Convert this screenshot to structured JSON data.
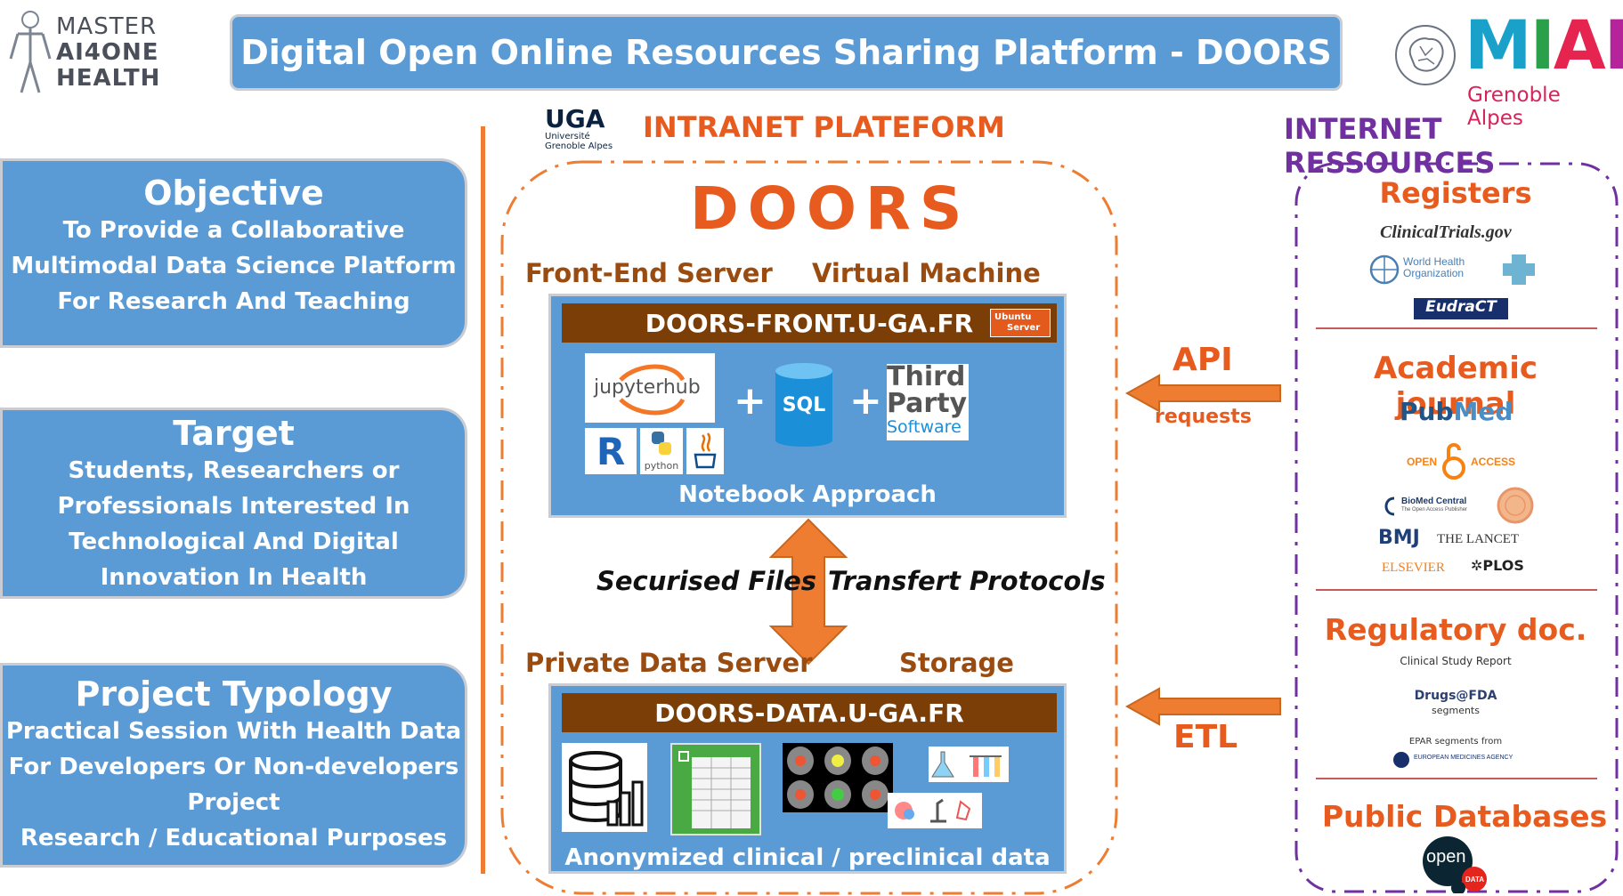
{
  "logos": {
    "master": [
      "MASTER",
      "AI4ONE",
      "HEALTH"
    ],
    "miai_word": "MIAI",
    "miai_city": "Grenoble Alpes",
    "uga": "UGA",
    "uga_sub1": "Université",
    "uga_sub2": "Grenoble Alpes"
  },
  "title": "Digital Open Online Resources Sharing Platform - DOORS",
  "left_cards": [
    {
      "heading": "Objective",
      "lines": [
        "To Provide a Collaborative",
        "Multimodal Data Science Platform",
        "For Research And Teaching"
      ]
    },
    {
      "heading": "Target",
      "lines": [
        "Students, Researchers or",
        "Professionals Interested In",
        "Technological And Digital",
        "Innovation In Health"
      ]
    },
    {
      "heading": "Project Typology",
      "lines": [
        "Practical Session With Health Data",
        "For Developers Or Non-developers",
        "Project",
        "Research / Educational Purposes"
      ]
    }
  ],
  "intranet": {
    "heading": "INTRANET PLATEFORM",
    "doors": "DOORS",
    "front_label": "Front-End Server",
    "vm_label": "Virtual Machine",
    "front_host": "DOORS-FRONT.U-GA.FR",
    "ubuntu1": "Ubuntu",
    "ubuntu2": "Server",
    "jupyter": "jupyterhub",
    "r": "R",
    "python": "python",
    "plus": "+",
    "sql": "SQL",
    "third1": "Third",
    "third2": "Party",
    "third3": "Software",
    "notebook": "Notebook Approach",
    "secure_left": "Securised Files",
    "secure_right": "Transfert Protocols",
    "private_label": "Private Data Server",
    "storage_label": "Storage",
    "data_host": "DOORS-DATA.U-GA.FR",
    "data_caption": "Anonymized clinical / preclinical data"
  },
  "arrows": {
    "api": "API",
    "requests": "requests",
    "etl": "ETL"
  },
  "internet": {
    "heading": "INTERNET RESSOURCES",
    "registers": {
      "heading": "Registers",
      "logos": [
        "ClinicalTrials.gov",
        "World Health",
        "Organization",
        "EudraCT"
      ]
    },
    "journal": {
      "heading": "Academic journal",
      "logos": [
        "Pub",
        "Med",
        "OPEN",
        "ACCESS",
        "BioMed Central",
        "The Open Access Publisher",
        "BMJ",
        "THE LANCET",
        "ELSEVIER",
        "PLOS"
      ]
    },
    "regulatory": {
      "heading": "Regulatory doc.",
      "logos": [
        "Clinical Study Report",
        "Drugs@FDA",
        "segments",
        "EPAR segments from",
        "EUROPEAN MEDICINES AGENCY"
      ]
    },
    "public": {
      "heading": "Public Databases",
      "logos": [
        "open",
        "DATA"
      ]
    }
  },
  "colors": {
    "blue": "#5b9bd5",
    "orange": "#ee7d31",
    "brown": "#7a3e06",
    "purple": "#7030a0",
    "heading_orange": "#e85b1f"
  }
}
